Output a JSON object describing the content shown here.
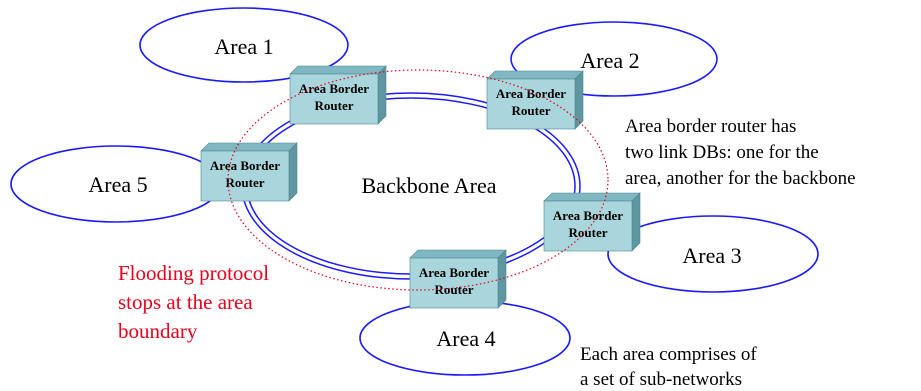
{
  "colors": {
    "ellipse_stroke": "#1a1aff",
    "router_front": "#a9d6dc",
    "router_top": "#7fb8c2",
    "router_side": "#5f97a1",
    "flooding_boundary": "#e8001c",
    "flooding_text": "#e8001c"
  },
  "areas": [
    {
      "label": "Area 1"
    },
    {
      "label": "Area 2"
    },
    {
      "label": "Area 3"
    },
    {
      "label": "Area 4"
    },
    {
      "label": "Area 5"
    }
  ],
  "backbone": {
    "label": "Backbone Area"
  },
  "routers": [
    {
      "line1": "Area Border",
      "line2": "Router"
    },
    {
      "line1": "Area Border",
      "line2": "Router"
    },
    {
      "line1": "Area Border",
      "line2": "Router"
    },
    {
      "line1": "Area Border",
      "line2": "Router"
    },
    {
      "line1": "Area Border",
      "line2": "Router"
    }
  ],
  "notes": {
    "abr": [
      "Area border router has",
      "two link DBs: one for the",
      "area, another for the backbone"
    ],
    "flooding": [
      "Flooding protocol",
      "stops at the area",
      "boundary"
    ],
    "comprises": [
      "Each area comprises of",
      "a set of sub-networks"
    ]
  }
}
